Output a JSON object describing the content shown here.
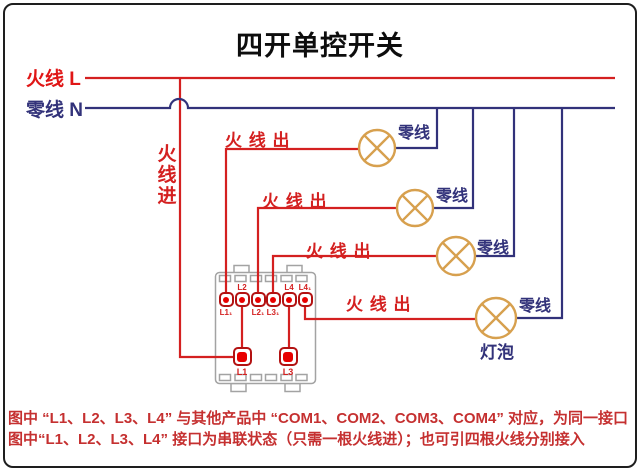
{
  "title": "四开单控开关",
  "legend": {
    "live_bus": "火线 L",
    "neutral_bus": "零线 N",
    "live_in": "火线进",
    "bulb": "灯泡"
  },
  "branches": [
    {
      "live_out": "火 线 出",
      "neutral": "零线"
    },
    {
      "live_out": "火 线 出",
      "neutral": "零线"
    },
    {
      "live_out": "火 线 出",
      "neutral": "零线"
    },
    {
      "live_out": "火 线 出",
      "neutral": "零线"
    }
  ],
  "switch": {
    "labels": {
      "t2_above": "L2",
      "t5_above": "L4",
      "t6_above": "L4₁",
      "t1_below": "L1₁",
      "t3_below": "L2₁",
      "t4_below": "L3₁",
      "bottom_left": "L1",
      "bottom_right": "L3"
    }
  },
  "colors": {
    "live_wire": "#d42020",
    "neutral_wire": "#32327a",
    "lamp": "#d7a04e",
    "terminal_fill": "#e80000",
    "terminal_border": "#b31212",
    "note_text": "#c53030",
    "title_text": "#0d0d0d"
  },
  "footnote": {
    "line1": "图中 “L1、L2、L3、L4” 与其他产品中 “COM1、COM2、COM3、COM4” 对应，为同一接口",
    "line2": "图中“L1、L2、L3、L4” 接口为串联状态（只需一根火线进）；也可引四根火线分别接入"
  }
}
